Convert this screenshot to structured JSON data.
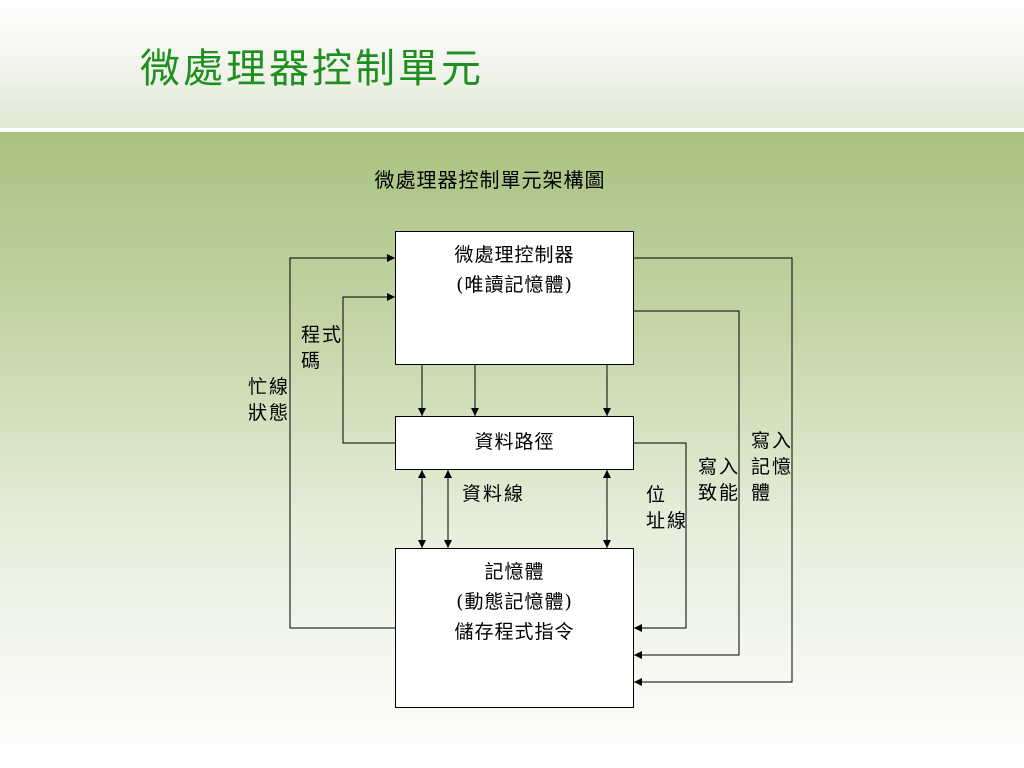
{
  "slide": {
    "title": "微處理器控制單元"
  },
  "diagram": {
    "title": "微處理器控制單元架構圖",
    "mcu": {
      "line1": "微處理控制器",
      "line2": "(唯讀記憶體)"
    },
    "datapath": {
      "label": "資料路徑"
    },
    "memory": {
      "line1": "記憶體",
      "line2": "(動態記憶體)",
      "line3": "儲存程式指令"
    },
    "labels": {
      "program_code": [
        "程式",
        "碼"
      ],
      "busy_status": [
        "忙線",
        "狀態"
      ],
      "data_bus": "資料線",
      "address_bus": [
        "位",
        "址線"
      ],
      "write_enable": [
        "寫入",
        "致能"
      ],
      "write_memory": [
        "寫入",
        "記憶",
        "體"
      ]
    }
  }
}
